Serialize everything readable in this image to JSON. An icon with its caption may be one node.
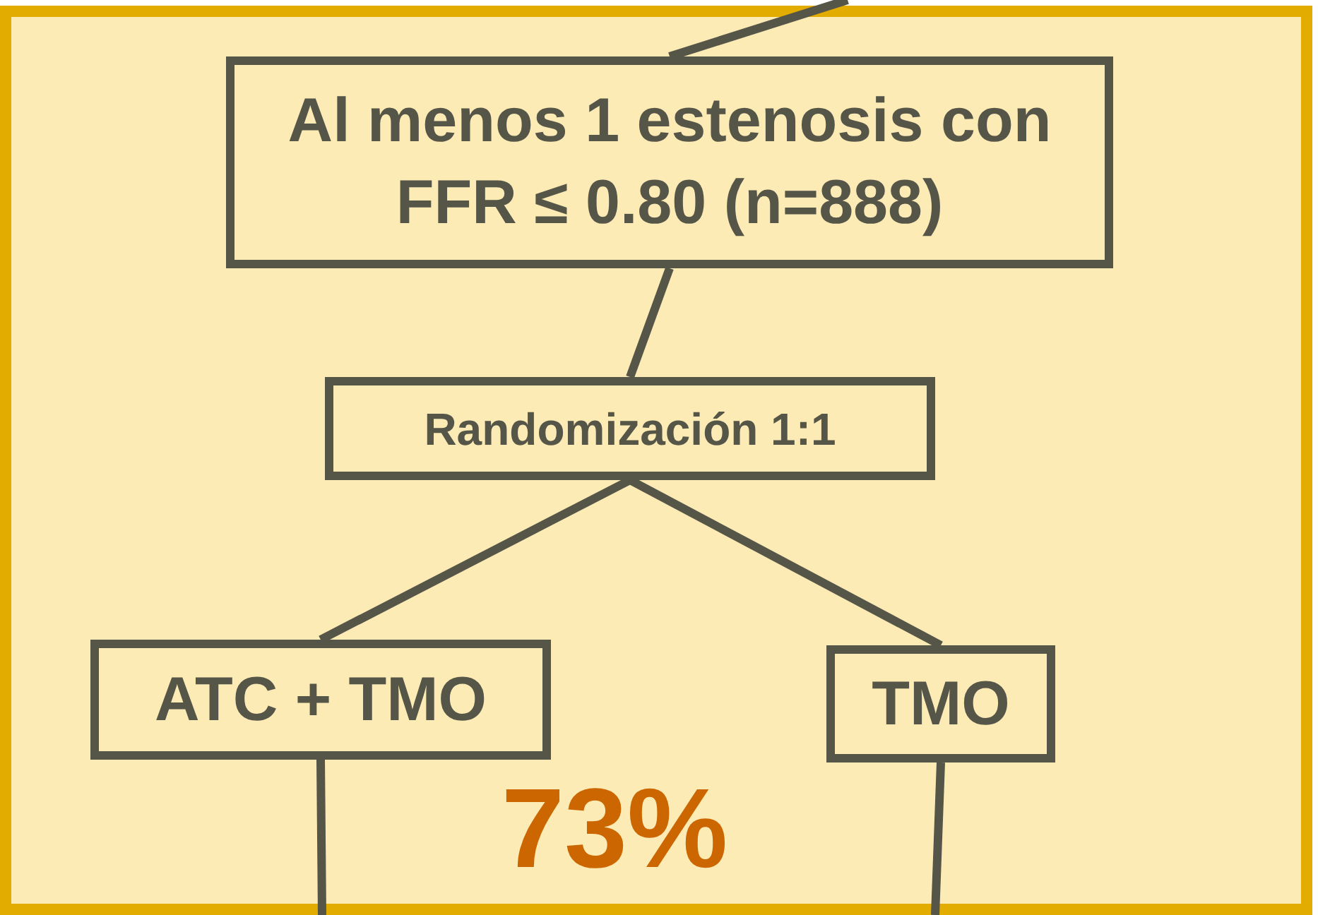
{
  "diagram": {
    "nodes": [
      {
        "text": [
          "Al menos 1 estenosis con FFR ≤ 0.80 (n=888)"
        ]
      },
      {
        "text": [
          "Randomización 1:1"
        ]
      },
      {
        "text": [
          "ATC + TMO"
        ]
      },
      {
        "text": [
          "TMO"
        ]
      }
    ],
    "edges": [
      {
        "from": null,
        "to": 0,
        "arrow": "none"
      },
      {
        "from": 0,
        "to": 1,
        "arrow": "none"
      },
      {
        "from": 1,
        "to": 2,
        "arrow": "none"
      },
      {
        "from": 1,
        "to": 3,
        "arrow": "none"
      },
      {
        "from": 2,
        "to": null,
        "arrow": "none"
      },
      {
        "from": 3,
        "to": null,
        "arrow": "none"
      }
    ],
    "labels": [
      "73%"
    ]
  }
}
